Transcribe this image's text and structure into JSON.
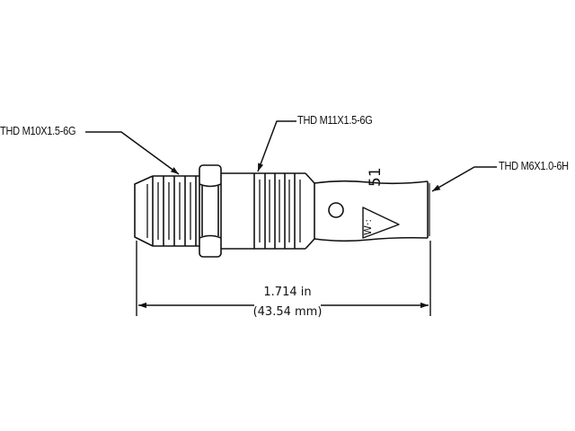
{
  "drawing": {
    "callouts": [
      {
        "id": "thread-left",
        "text": "THD M10X1.5-6G"
      },
      {
        "id": "thread-middle",
        "text": "THD M11X1.5-6G"
      },
      {
        "id": "thread-right",
        "text": "THD M6X1.0-6H"
      }
    ],
    "dimension": {
      "imperial": "1.714 in",
      "metric": "(43.54 mm)"
    },
    "part_marking": {
      "number": "51",
      "triangle_text": "W·:"
    },
    "colors": {
      "line": "#111111",
      "background": "#ffffff"
    }
  }
}
